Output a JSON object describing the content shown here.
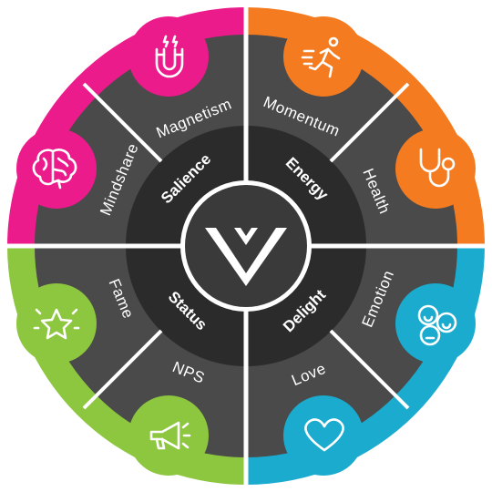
{
  "diagram": {
    "quadrants": [
      {
        "key": "salience",
        "label": "Salience",
        "color": "#ec1b8c",
        "segments": [
          {
            "label": "Mindshare",
            "icon": "brain-icon"
          },
          {
            "label": "Magnetism",
            "icon": "magnet-icon"
          }
        ]
      },
      {
        "key": "energy",
        "label": "Energy",
        "color": "#f47b20",
        "segments": [
          {
            "label": "Momentum",
            "icon": "running-person-icon"
          },
          {
            "label": "Health",
            "icon": "stethoscope-icon"
          }
        ]
      },
      {
        "key": "delight",
        "label": "Delight",
        "color": "#1aabcf",
        "segments": [
          {
            "label": "Emotion",
            "icon": "faces-icon"
          },
          {
            "label": "Love",
            "icon": "heart-icon"
          }
        ]
      },
      {
        "key": "status",
        "label": "Status",
        "color": "#8dc63f",
        "segments": [
          {
            "label": "NPS",
            "icon": "megaphone-icon"
          },
          {
            "label": "Fame",
            "icon": "star-icon"
          }
        ]
      }
    ],
    "center_logo": "v-logo-icon",
    "colors": {
      "segment_fill": "#4a4a4a",
      "inner_ring": "#2b2b2b",
      "hub": "#3a3a3a",
      "divider": "#ffffff"
    }
  }
}
